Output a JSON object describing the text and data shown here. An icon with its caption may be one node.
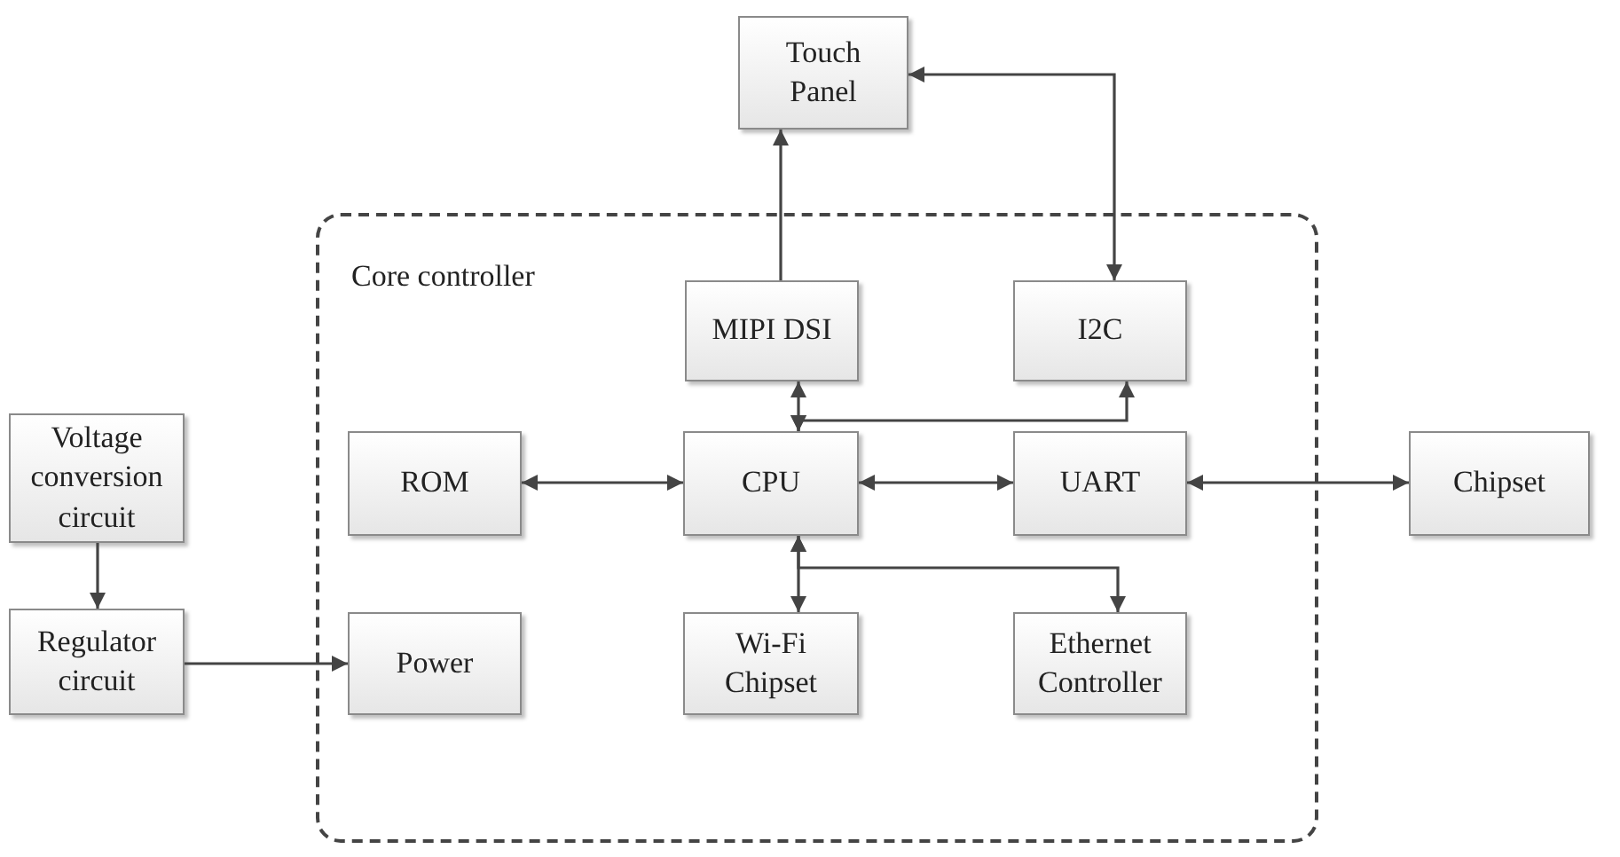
{
  "diagram": {
    "nodes": [
      {
        "text": [
          "Touch Panel"
        ]
      },
      {
        "text": [
          "Core controller"
        ]
      },
      {
        "text": [
          "MIPI DSI"
        ],
        "in": 1
      },
      {
        "text": [
          "I2C"
        ],
        "in": 1
      },
      {
        "text": [
          "Voltage conversion circuit"
        ]
      },
      {
        "text": [
          "ROM"
        ],
        "in": 1
      },
      {
        "text": [
          "CPU"
        ],
        "in": 1
      },
      {
        "text": [
          "UART"
        ],
        "in": 1
      },
      {
        "text": [
          "Chipset"
        ]
      },
      {
        "text": [
          "Regulator circuit"
        ]
      },
      {
        "text": [
          "Power"
        ],
        "in": 1
      },
      {
        "text": [
          "Wi-Fi Chipset"
        ],
        "in": 1
      },
      {
        "text": [
          "Ethernet Controller"
        ],
        "in": 1
      }
    ],
    "edges": [
      {
        "from": 2,
        "to": 0,
        "arrow": "to"
      },
      {
        "from": 0,
        "to": 3,
        "arrow": "both"
      },
      {
        "from": 6,
        "to": 2,
        "arrow": "both"
      },
      {
        "from": 6,
        "to": 3,
        "arrow": "both"
      },
      {
        "from": 5,
        "to": 6,
        "arrow": "both"
      },
      {
        "from": 6,
        "to": 7,
        "arrow": "both"
      },
      {
        "from": 7,
        "to": 8,
        "arrow": "both"
      },
      {
        "from": 6,
        "to": 11,
        "arrow": "both"
      },
      {
        "from": 6,
        "to": 12,
        "arrow": "both"
      },
      {
        "from": 4,
        "to": 9,
        "arrow": "to"
      },
      {
        "from": 9,
        "to": 10,
        "arrow": "to"
      }
    ]
  }
}
